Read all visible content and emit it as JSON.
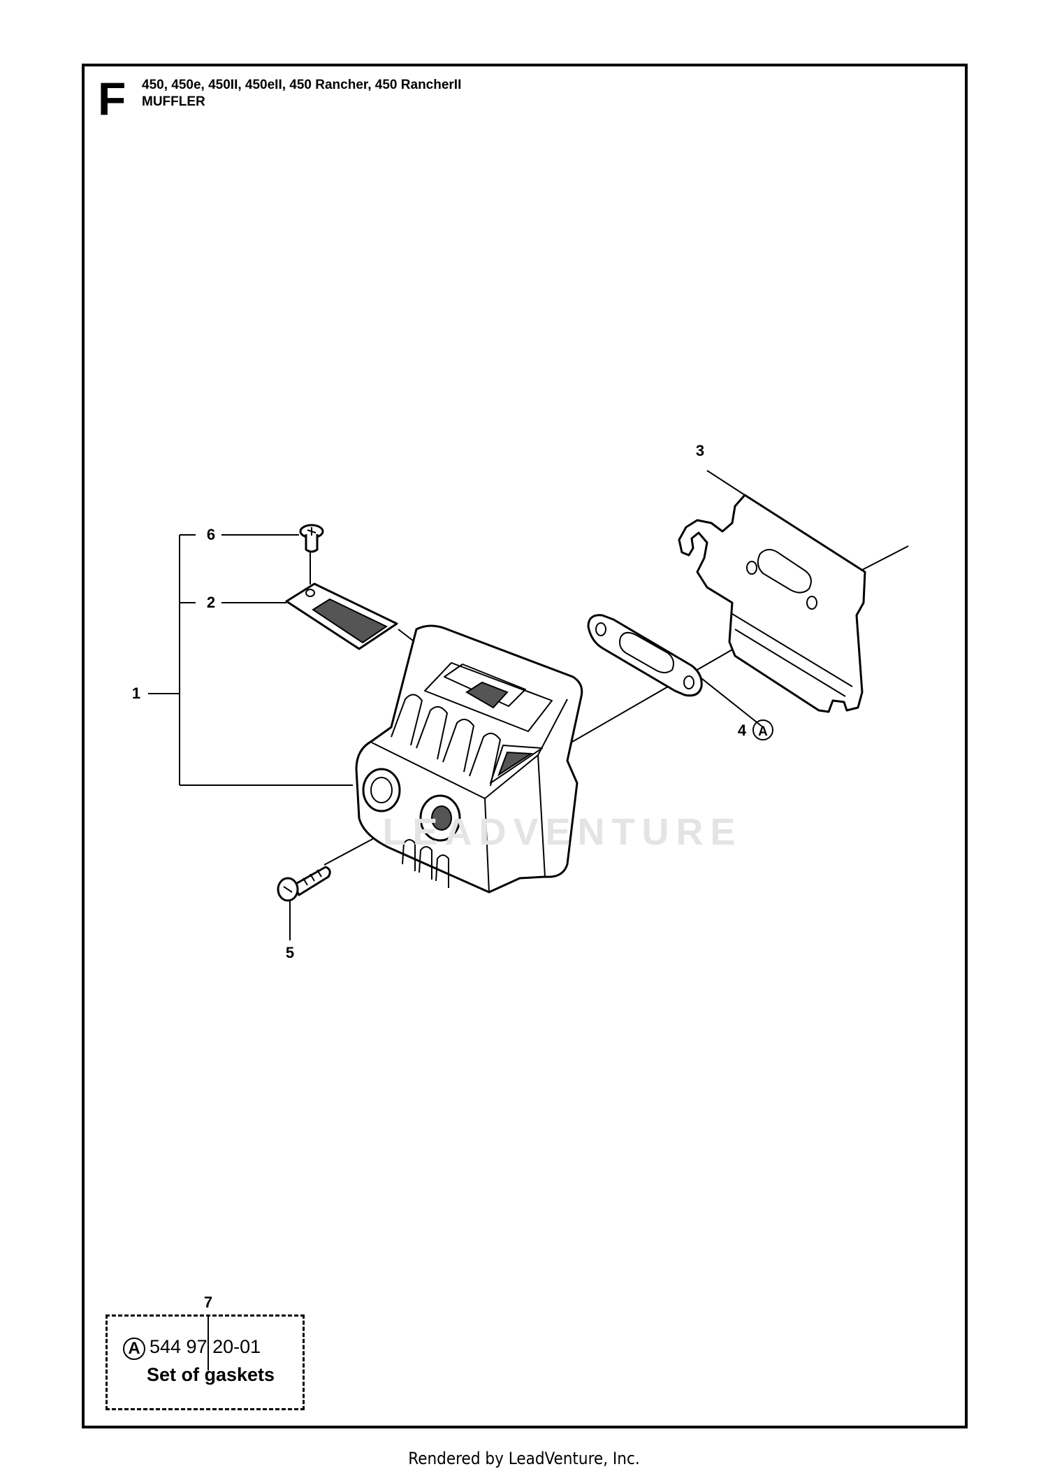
{
  "header": {
    "section_letter": "F",
    "models": "450, 450e, 450II, 450eII, 450 Rancher, 450 RancherII",
    "title": "MUFFLER"
  },
  "callouts": {
    "p1": "1",
    "p2": "2",
    "p3": "3",
    "p4": "4",
    "p4_note": "A",
    "p5": "5",
    "p6": "6",
    "p7": "7"
  },
  "kit": {
    "letter": "A",
    "part_number": "544 97 20-01",
    "description": "Set of gaskets"
  },
  "footer": "Rendered by LeadVenture, Inc."
}
